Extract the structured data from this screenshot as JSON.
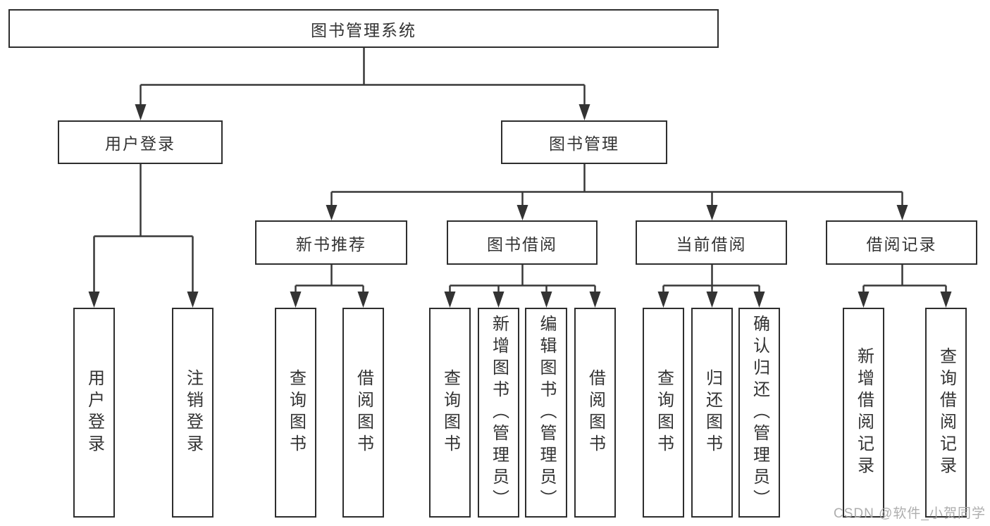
{
  "diagram": {
    "title": "图书管理系统",
    "branches": [
      {
        "label": "用户登录",
        "leaves": [
          {
            "label": "用户登录"
          },
          {
            "label": "注销登录"
          }
        ]
      },
      {
        "label": "图书管理",
        "groups": [
          {
            "label": "新书推荐",
            "leaves": [
              {
                "label": "查询图书"
              },
              {
                "label": "借阅图书"
              }
            ]
          },
          {
            "label": "图书借阅",
            "leaves": [
              {
                "label": "查询图书"
              },
              {
                "label": "新增图书（管理员）"
              },
              {
                "label": "编辑图书（管理员）"
              },
              {
                "label": "借阅图书"
              }
            ]
          },
          {
            "label": "当前借阅",
            "leaves": [
              {
                "label": "查询图书"
              },
              {
                "label": "归还图书"
              },
              {
                "label": "确认归还（管理员）"
              }
            ]
          },
          {
            "label": "借阅记录",
            "leaves": [
              {
                "label": "新增借阅记录"
              },
              {
                "label": "查询借阅记录"
              }
            ]
          }
        ]
      }
    ]
  },
  "watermark": {
    "text": "CSDN @软件_小贺同学",
    "color": "#a5a5a5"
  },
  "colors": {
    "line": "#383838",
    "box_border": "#2e2e2e",
    "text": "#333333",
    "background": "#ffffff"
  }
}
